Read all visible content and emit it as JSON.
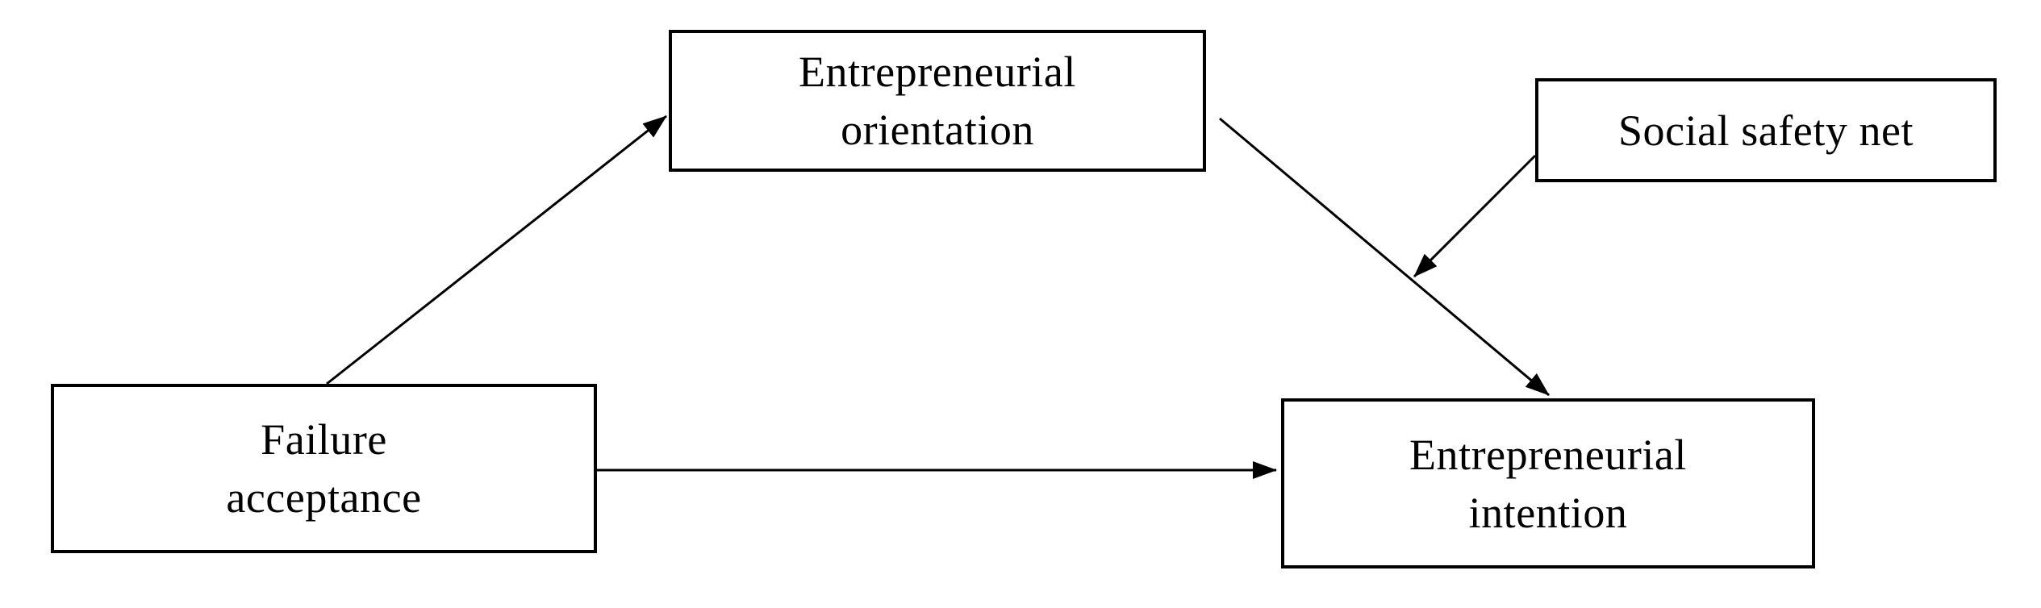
{
  "diagram": {
    "background_color": "#ffffff",
    "box_fill": "#ffffff",
    "box_border_color": "#000000",
    "arrow_color": "#000000",
    "text_color": "#000000",
    "nodes": [
      {
        "id": "entrepreneurial-orientation",
        "label": "Entrepreneurial orientation",
        "lines": [
          "Entrepreneurial",
          "orientation"
        ]
      },
      {
        "id": "social-safety-net",
        "label": "Social safety net",
        "lines": [
          "Social safety net"
        ]
      },
      {
        "id": "failure-acceptance",
        "label": "Failure acceptance",
        "lines": [
          "Failure",
          "acceptance"
        ]
      },
      {
        "id": "entrepreneurial-intention",
        "label": "Entrepreneurial intention",
        "lines": [
          "Entrepreneurial",
          "intention"
        ]
      }
    ],
    "edges": [
      {
        "from": "failure-acceptance",
        "to": "entrepreneurial-orientation",
        "style": "straight-arrow"
      },
      {
        "from": "failure-acceptance",
        "to": "entrepreneurial-intention",
        "style": "straight-arrow"
      },
      {
        "from": "entrepreneurial-orientation",
        "to": "entrepreneurial-intention",
        "style": "straight-arrow"
      },
      {
        "from": "social-safety-net",
        "to": "path:entrepreneurial-orientation->entrepreneurial-intention",
        "style": "moderation-arrow"
      }
    ]
  }
}
